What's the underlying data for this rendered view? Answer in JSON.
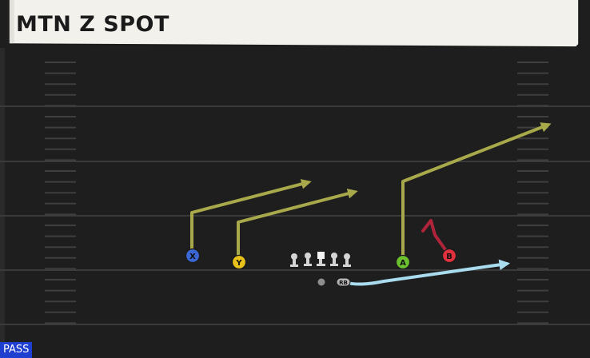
{
  "play": {
    "name": "MTN Z SPOT",
    "type_badge": "PASS"
  },
  "players": [
    {
      "label": "X",
      "color": "#3b67d4"
    },
    {
      "label": "Y",
      "color": "#e8c21a"
    },
    {
      "label": "A",
      "color": "#6cc030"
    },
    {
      "label": "B",
      "color": "#e0313d"
    },
    {
      "label": "RB",
      "color": "#b5b5b5"
    }
  ],
  "colors": {
    "field": "#1e1e1e",
    "title_bar": "#f2f1eb",
    "route_primary": "#a8a94a",
    "route_block": "#b0243a",
    "route_checkdown": "#a9dcef",
    "badge": "#1f3fd0"
  }
}
